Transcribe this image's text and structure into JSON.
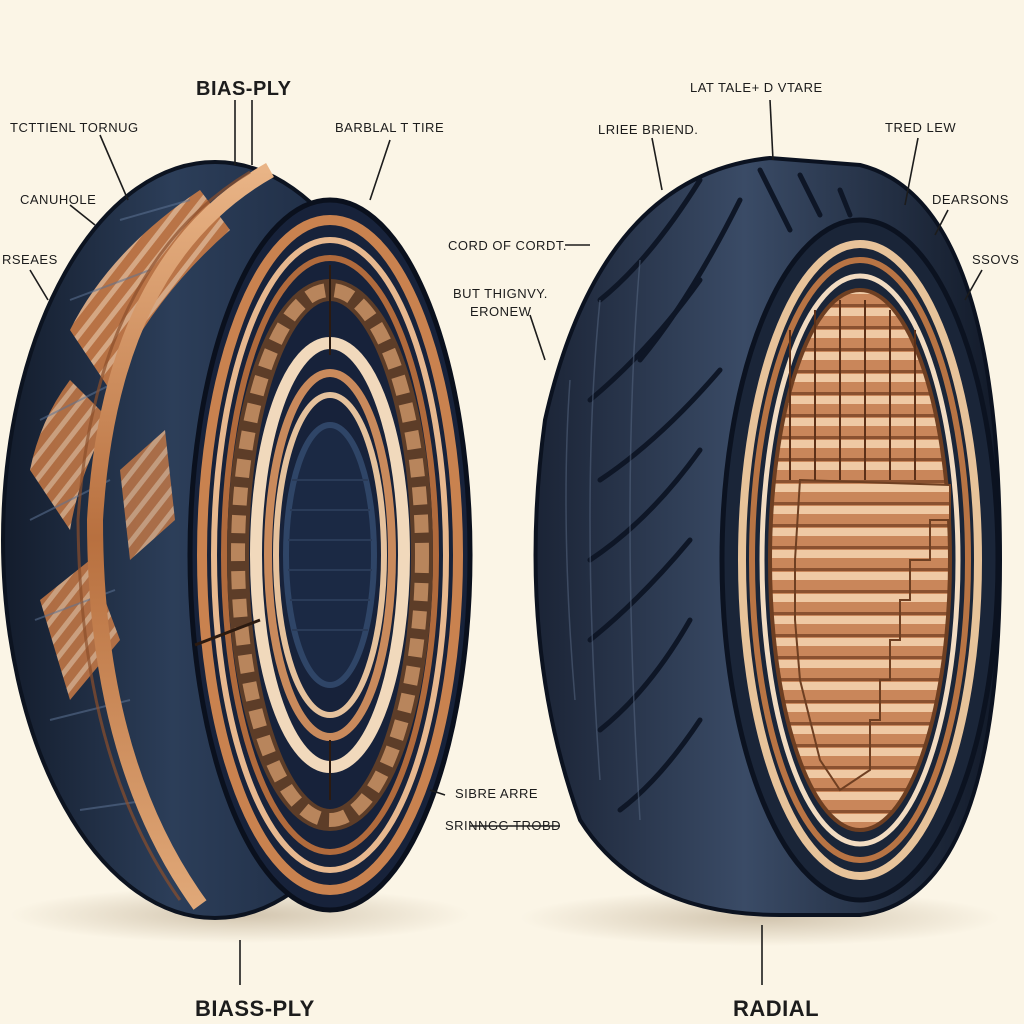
{
  "left_tire": {
    "title": "BIAS-PLY",
    "bottom_title": "BIASS-PLY",
    "labels": {
      "tl1": "TCTTIENL TORNUG",
      "tl2": "CANUHOLE",
      "tl3": "RSEAES",
      "tr1": "BARBLAL T TIRE"
    }
  },
  "right_tire": {
    "top_label": "LAT TALE+ D VTARE",
    "bottom_title": "RADIAL",
    "labels": {
      "l1": "LRIEE BRIEND.",
      "l2": "CORD OF CORDT.",
      "l3a": "BUT THIGNVY.",
      "l3b": "ERONEW",
      "r1": "TRED LEW",
      "r2": "DEARSONS",
      "r3": "SSOVS"
    }
  },
  "center_labels": {
    "c1": "SIBRE ARRE",
    "c2": "SRINNGG TROBD"
  },
  "colors": {
    "background": "#fbf5e6",
    "rubber": "#1d2a3f",
    "copper": "#c9824f",
    "cord_light": "#e8c7a4"
  }
}
